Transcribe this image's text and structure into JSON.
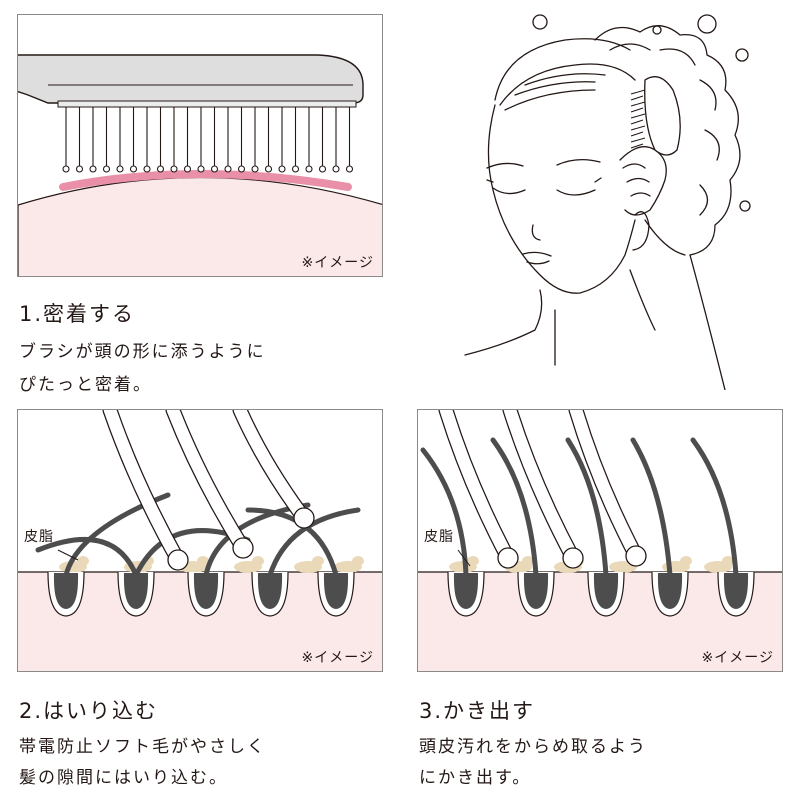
{
  "panel1": {
    "note": "※イメージ"
  },
  "step1": {
    "title": "1.密着する",
    "desc": [
      "ブラシが頭の形に添うように",
      "ぴたっと密着。"
    ]
  },
  "panel2": {
    "sebum_label": "皮脂",
    "note": "※イメージ"
  },
  "step2": {
    "title": "2.はいり込む",
    "desc": [
      "帯電防止ソフト毛がやさしく",
      "髪の隙間にはいり込む。"
    ]
  },
  "panel3": {
    "sebum_label": "皮脂",
    "note": "※イメージ"
  },
  "step3": {
    "title": "3.かき出す",
    "desc": [
      "頭皮汚れをからめ取るよう",
      "にかき出す。"
    ]
  },
  "colors": {
    "skin": "#fbe9ea",
    "gum_line": "#e98fa8",
    "hair": "#4d4d4d",
    "sebum": "#ead9b9",
    "border": "#8a8a8a"
  }
}
